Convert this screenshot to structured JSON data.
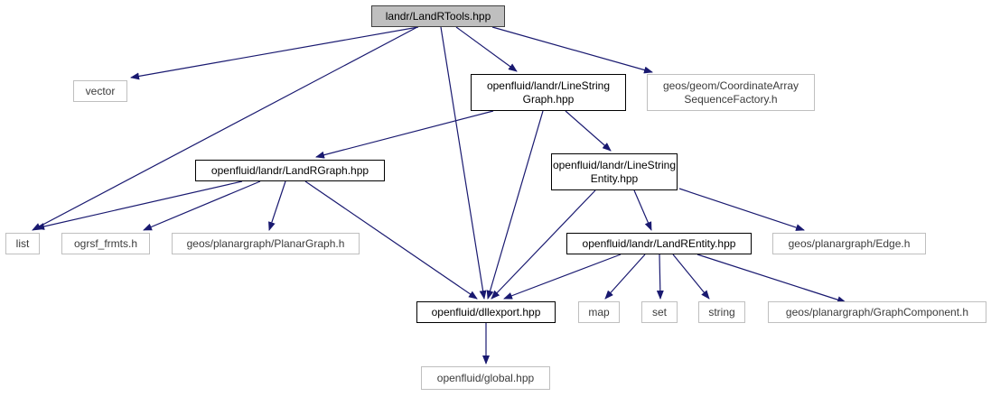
{
  "diagram": {
    "type": "include-dependency-graph",
    "colors": {
      "edge": "#191970",
      "root_fill": "#bfbfbf",
      "internal_border": "#000000",
      "external_border": "#bfbfbf"
    },
    "nodes": [
      {
        "id": "root",
        "kind": "root",
        "lines": [
          "landr/LandRTools.hpp"
        ]
      },
      {
        "id": "vector",
        "kind": "external",
        "lines": [
          "vector"
        ]
      },
      {
        "id": "lsgraph",
        "kind": "internal",
        "lines": [
          "openfluid/landr/LineString",
          "Graph.hpp"
        ]
      },
      {
        "id": "coordseq",
        "kind": "external",
        "lines": [
          "geos/geom/CoordinateArray",
          "SequenceFactory.h"
        ]
      },
      {
        "id": "landrgraph",
        "kind": "internal",
        "lines": [
          "openfluid/landr/LandRGraph.hpp"
        ]
      },
      {
        "id": "lsentity",
        "kind": "internal",
        "lines": [
          "openfluid/landr/LineString",
          "Entity.hpp"
        ]
      },
      {
        "id": "list",
        "kind": "external",
        "lines": [
          "list"
        ]
      },
      {
        "id": "ogrsf",
        "kind": "external",
        "lines": [
          "ogrsf_frmts.h"
        ]
      },
      {
        "id": "planargraph",
        "kind": "external",
        "lines": [
          "geos/planargraph/PlanarGraph.h"
        ]
      },
      {
        "id": "landrentity",
        "kind": "internal",
        "lines": [
          "openfluid/landr/LandREntity.hpp"
        ]
      },
      {
        "id": "edge",
        "kind": "external",
        "lines": [
          "geos/planargraph/Edge.h"
        ]
      },
      {
        "id": "dllexport",
        "kind": "internal",
        "lines": [
          "openfluid/dllexport.hpp"
        ]
      },
      {
        "id": "map",
        "kind": "external",
        "lines": [
          "map"
        ]
      },
      {
        "id": "set",
        "kind": "external",
        "lines": [
          "set"
        ]
      },
      {
        "id": "string",
        "kind": "external",
        "lines": [
          "string"
        ]
      },
      {
        "id": "graphcomp",
        "kind": "external",
        "lines": [
          "geos/planargraph/GraphComponent.h"
        ]
      },
      {
        "id": "global",
        "kind": "external",
        "lines": [
          "openfluid/global.hpp"
        ]
      }
    ],
    "edges": [
      {
        "from": "root",
        "to": "vector"
      },
      {
        "from": "root",
        "to": "lsgraph"
      },
      {
        "from": "root",
        "to": "coordseq"
      },
      {
        "from": "root",
        "to": "list"
      },
      {
        "from": "root",
        "to": "dllexport"
      },
      {
        "from": "lsgraph",
        "to": "landrgraph"
      },
      {
        "from": "lsgraph",
        "to": "lsentity"
      },
      {
        "from": "lsgraph",
        "to": "dllexport"
      },
      {
        "from": "landrgraph",
        "to": "list"
      },
      {
        "from": "landrgraph",
        "to": "ogrsf"
      },
      {
        "from": "landrgraph",
        "to": "planargraph"
      },
      {
        "from": "landrgraph",
        "to": "dllexport"
      },
      {
        "from": "lsentity",
        "to": "landrentity"
      },
      {
        "from": "lsentity",
        "to": "edge"
      },
      {
        "from": "lsentity",
        "to": "dllexport"
      },
      {
        "from": "landrentity",
        "to": "dllexport"
      },
      {
        "from": "landrentity",
        "to": "map"
      },
      {
        "from": "landrentity",
        "to": "set"
      },
      {
        "from": "landrentity",
        "to": "string"
      },
      {
        "from": "landrentity",
        "to": "graphcomp"
      },
      {
        "from": "dllexport",
        "to": "global"
      }
    ]
  }
}
